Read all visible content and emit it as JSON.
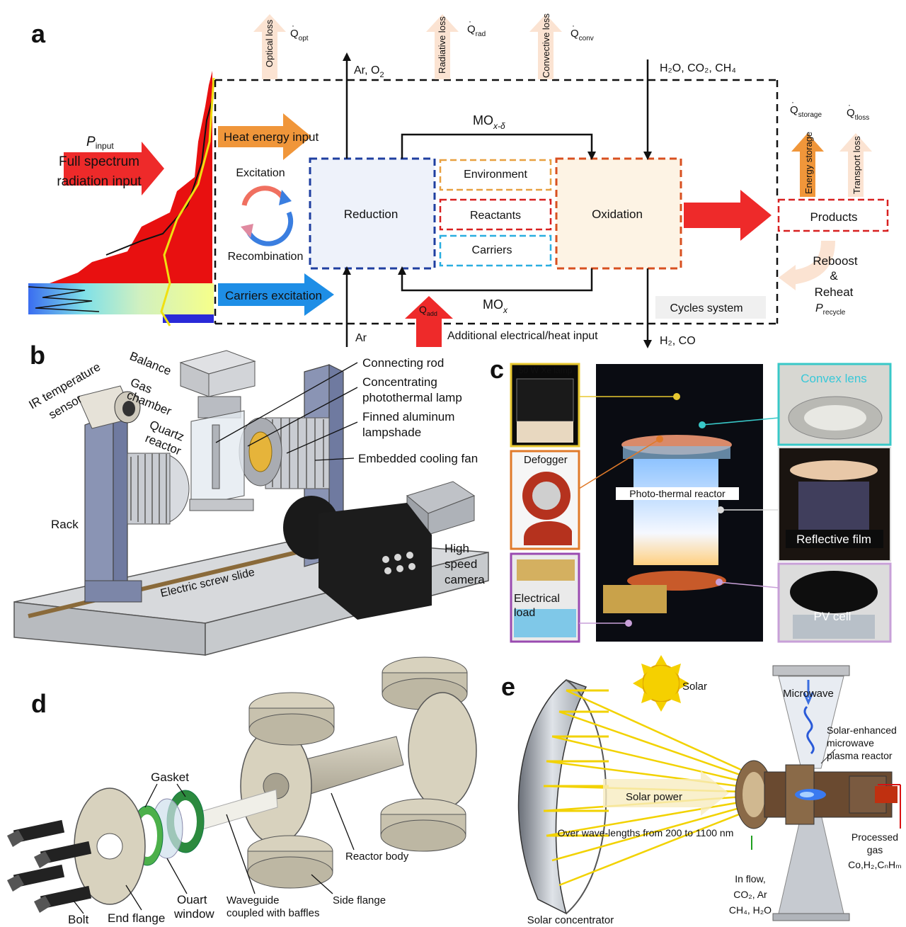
{
  "panels": {
    "a": {
      "letter": "a",
      "input": {
        "p": "P",
        "p_sub": "input",
        "line1": "Full spectrum",
        "line2": "radiation input"
      },
      "heat_energy_input": "Heat energy input",
      "excitation": "Excitation",
      "recombination": "Recombination",
      "carriers_excitation": "Carriers excitation",
      "reduction": "Reduction",
      "environment": "Environment",
      "reactants": "Reactants",
      "carriers": "Carriers",
      "oxidation": "Oxidation",
      "products": "Products",
      "mo_top": {
        "main": "MO",
        "sub": "x-δ"
      },
      "mo_bottom": {
        "main": "MO",
        "sub": "x"
      },
      "ar_o2": {
        "main": "Ar, O",
        "sub": "2"
      },
      "ar": "Ar",
      "h2o_co2_ch4": "H₂O, CO₂, CH₄",
      "h2_co": "H₂, CO",
      "optical_loss": "Optical loss",
      "q_opt": {
        "q": "Q",
        "sub": "opt"
      },
      "radiative_loss": "Radiative loss",
      "q_rad": {
        "q": "Q",
        "sub": "rad"
      },
      "convective_loss": "Convective loss",
      "q_conv": {
        "q": "Q",
        "sub": "conv"
      },
      "q_add": {
        "q": "Q",
        "sub": "add"
      },
      "additional_input": "Additional electrical/heat input",
      "cycles_system": "Cycles system",
      "energy_storage": "Energy storage",
      "q_storage": {
        "q": "Q",
        "sub": "storage"
      },
      "transport_loss": "Transport loss",
      "q_tloss": {
        "q": "Q",
        "sub": "tloss"
      },
      "reboost": "Reboost",
      "amp": "&",
      "reheat": "Reheat",
      "p_recycle": {
        "p": "P",
        "sub": "recycle"
      }
    },
    "b": {
      "letter": "b",
      "ir_sensor": [
        "IR temperature",
        "sensor"
      ],
      "balance": "Balance",
      "gas_chamber": [
        "Gas",
        "chamber"
      ],
      "quartz_reactor": [
        "Quartz",
        "reactor"
      ],
      "connecting_rod": "Connecting rod",
      "lamp": [
        "Concentrating",
        "photothermal lamp"
      ],
      "lampshade": [
        "Finned aluminum",
        "lampshade"
      ],
      "fan": "Embedded cooling fan",
      "rack": "Rack",
      "screw_slide": "Electric screw slide",
      "camera": [
        "High",
        "speed",
        "camera"
      ]
    },
    "c": {
      "letter": "c",
      "xe_lamp": "50 W Xe lamp",
      "defogger": "Defogger",
      "electrical_load": [
        "Electrical",
        "load"
      ],
      "photo_thermal_reactor": "Photo-thermal reactor",
      "convex_lens": "Convex lens",
      "reflective_film": "Reflective film",
      "pv_cell": "PV cell"
    },
    "d": {
      "letter": "d",
      "gasket": "Gasket",
      "bolt": "Bolt",
      "end_flange": "End flange",
      "window": [
        "Ouart",
        "window"
      ],
      "waveguide": [
        "Waveguide",
        "coupled with baffles"
      ],
      "side_flange": "Side flange",
      "reactor_body": "Reactor body"
    },
    "e": {
      "letter": "e",
      "solar": "Solar",
      "microwave": "Microwave",
      "reactor": [
        "Solar-enhanced",
        "microwave",
        "plasma reactor"
      ],
      "solar_power": "Solar power",
      "wavelengths": "Over wave-lengths from 200 to 1100 nm",
      "processed_gas": [
        "Processed",
        "gas"
      ],
      "gas_formula": "Co,H₂,CₙHₘ",
      "inflow": [
        "In flow,",
        "CO₂, Ar",
        "CH₄, H₂O"
      ],
      "concentrator": "Solar concentrator"
    }
  },
  "colors": {
    "blue_box": "#1f3fa0",
    "orange_box": "#e8a040",
    "red_box": "#d82020",
    "cyan_box": "#2aaee0",
    "oxidation_box": "#d85020",
    "red_arrow": "#ee2a2a",
    "orange_arrow": "#f0963a",
    "blue_arrow": "#1e8ee6",
    "pale_arrow": "#fbe3d2"
  }
}
